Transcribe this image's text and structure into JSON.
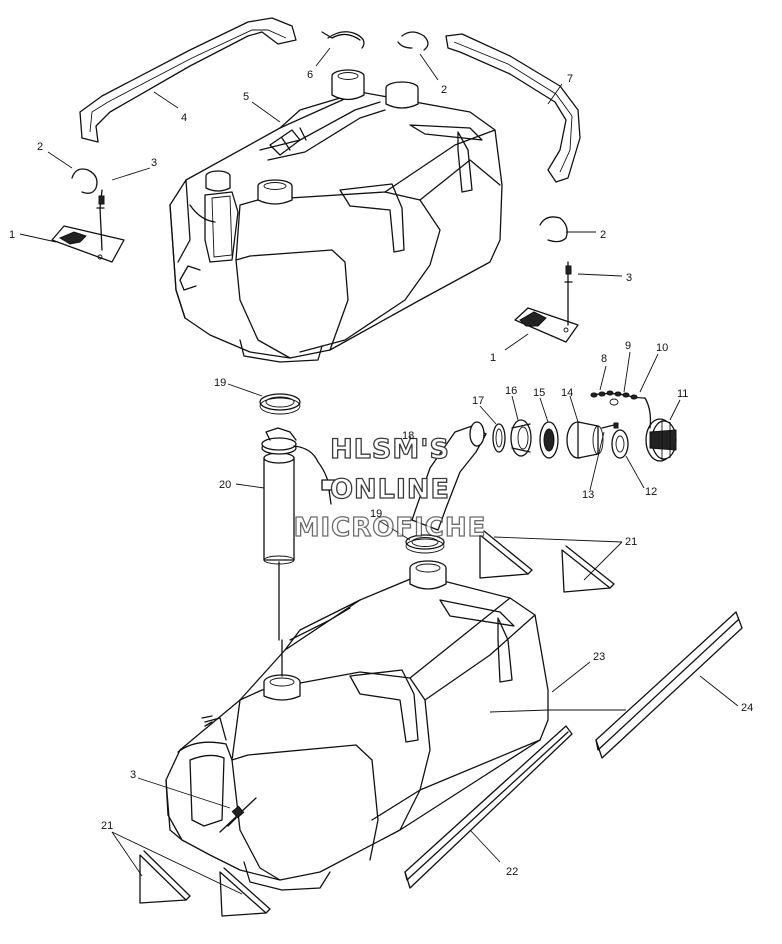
{
  "watermark": {
    "line1": "HLSM'S",
    "line2": "ONLINE",
    "line3": "MICROFICHE"
  },
  "callouts": [
    {
      "id": "c-1a",
      "text": "1"
    },
    {
      "id": "c-1b",
      "text": "1"
    },
    {
      "id": "c-2a",
      "text": "2"
    },
    {
      "id": "c-2b",
      "text": "2"
    },
    {
      "id": "c-2c",
      "text": "2"
    },
    {
      "id": "c-3a",
      "text": "3"
    },
    {
      "id": "c-3b",
      "text": "3"
    },
    {
      "id": "c-3c",
      "text": "3"
    },
    {
      "id": "c-4",
      "text": "4"
    },
    {
      "id": "c-5",
      "text": "5"
    },
    {
      "id": "c-6",
      "text": "6"
    },
    {
      "id": "c-7",
      "text": "7"
    },
    {
      "id": "c-8",
      "text": "8"
    },
    {
      "id": "c-9",
      "text": "9"
    },
    {
      "id": "c-10",
      "text": "10"
    },
    {
      "id": "c-11",
      "text": "11"
    },
    {
      "id": "c-12",
      "text": "12"
    },
    {
      "id": "c-13",
      "text": "13"
    },
    {
      "id": "c-14",
      "text": "14"
    },
    {
      "id": "c-15",
      "text": "15"
    },
    {
      "id": "c-16",
      "text": "16"
    },
    {
      "id": "c-17",
      "text": "17"
    },
    {
      "id": "c-18",
      "text": "18"
    },
    {
      "id": "c-19a",
      "text": "19"
    },
    {
      "id": "c-19b",
      "text": "19"
    },
    {
      "id": "c-20",
      "text": "20"
    },
    {
      "id": "c-21a",
      "text": "21"
    },
    {
      "id": "c-21b",
      "text": "21"
    },
    {
      "id": "c-22",
      "text": "22"
    },
    {
      "id": "c-23",
      "text": "23"
    },
    {
      "id": "c-24",
      "text": "24"
    }
  ]
}
